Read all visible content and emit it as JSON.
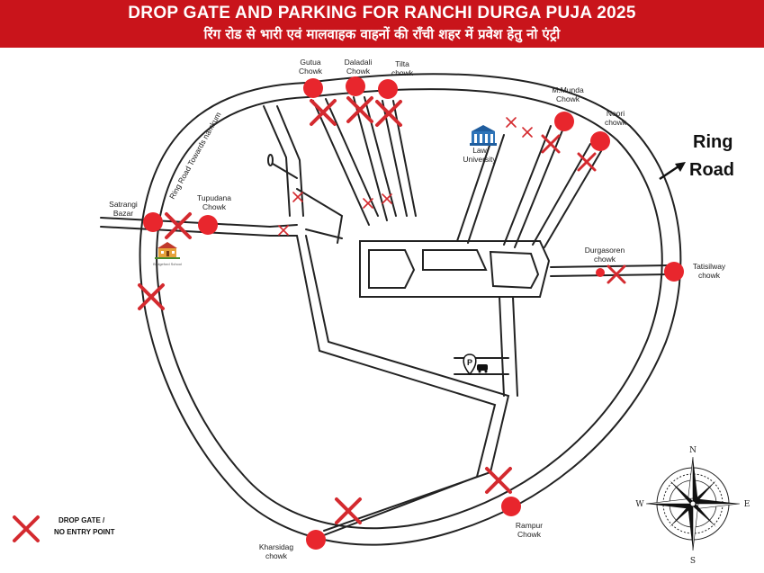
{
  "title": "DROP GATE AND PARKING FOR RANCHI DURGA PUJA 2025",
  "subtitle": "रिंग रोड से भारी एवं मालवाहक वाहनों की राँची शहर में प्रवेश हेतु नो एंट्री",
  "ring_road_label": [
    "Ring",
    "Road"
  ],
  "diagonal_road_label": "Ring Road Towards namkum",
  "law_university_label": [
    "Law",
    "University"
  ],
  "school_label": "Bridgeford School",
  "chowks": [
    {
      "id": "gutua",
      "lines": [
        "Gutua",
        "Chowk"
      ]
    },
    {
      "id": "daladali",
      "lines": [
        "Daladali",
        "Chowk"
      ]
    },
    {
      "id": "tilta",
      "lines": [
        "Tilta",
        "chowk"
      ]
    },
    {
      "id": "mmunda",
      "lines": [
        "M.Munda",
        "Chowk"
      ]
    },
    {
      "id": "neori",
      "lines": [
        "Neori",
        "chowk"
      ]
    },
    {
      "id": "satrangi",
      "lines": [
        "Satrangi",
        "Bazar"
      ]
    },
    {
      "id": "tupudana",
      "lines": [
        "Tupudana",
        "Chowk"
      ]
    },
    {
      "id": "durgasoren",
      "lines": [
        "Durgasoren",
        "chowk"
      ]
    },
    {
      "id": "tatisilway",
      "lines": [
        "Tatisilway",
        "chowk"
      ]
    },
    {
      "id": "rampur",
      "lines": [
        "Rampur",
        "Chowk"
      ]
    },
    {
      "id": "kharsidag",
      "lines": [
        "Kharsidag",
        "chowk"
      ]
    }
  ],
  "legend": {
    "lines": [
      "DROP GATE /",
      "NO ENTRY POINT"
    ]
  },
  "compass": {
    "n": "N",
    "s": "S",
    "e": "E",
    "w": "W"
  },
  "colors": {
    "banner": "#c9141b",
    "marker": "#e8262d",
    "cross": "#d42a2f",
    "road": "#222222"
  },
  "icons": {
    "parking": "parking-icon",
    "law": "university-building-icon",
    "school": "school-building-icon",
    "compass": "compass-rose-icon"
  }
}
